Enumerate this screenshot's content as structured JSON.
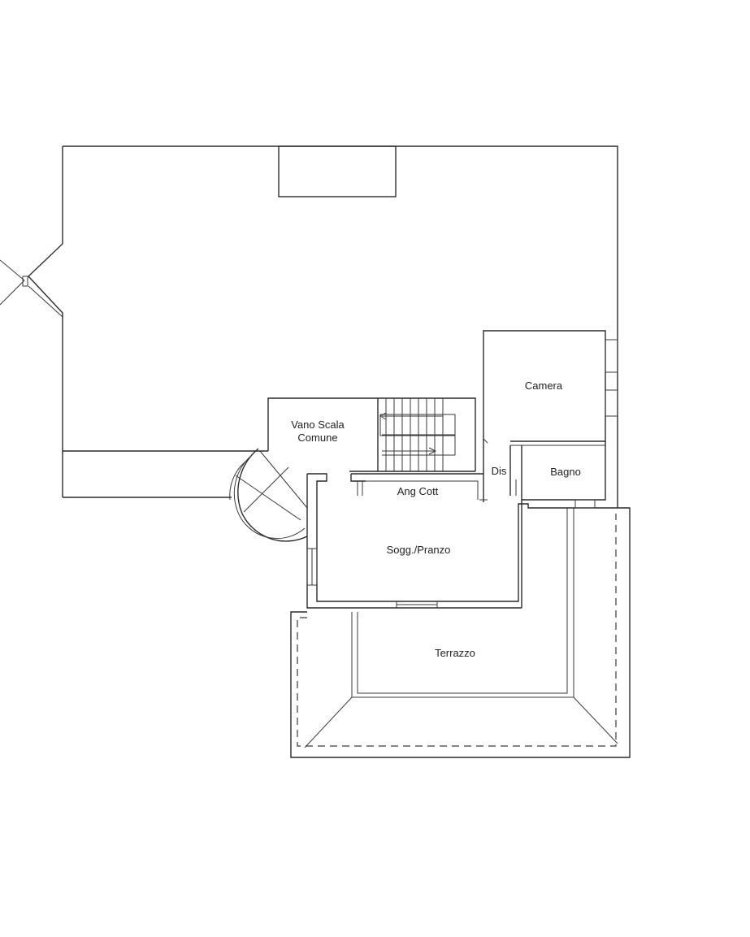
{
  "floor_plan": {
    "rooms": {
      "vano_scala_line1": "Vano Scala",
      "vano_scala_line2": "Comune",
      "camera": "Camera",
      "dis": "Dis",
      "bagno": "Bagno",
      "ang_cott": "Ang Cott",
      "sogg_pranzo": "Sogg./Pranzo",
      "terrazzo": "Terrazzo"
    }
  }
}
